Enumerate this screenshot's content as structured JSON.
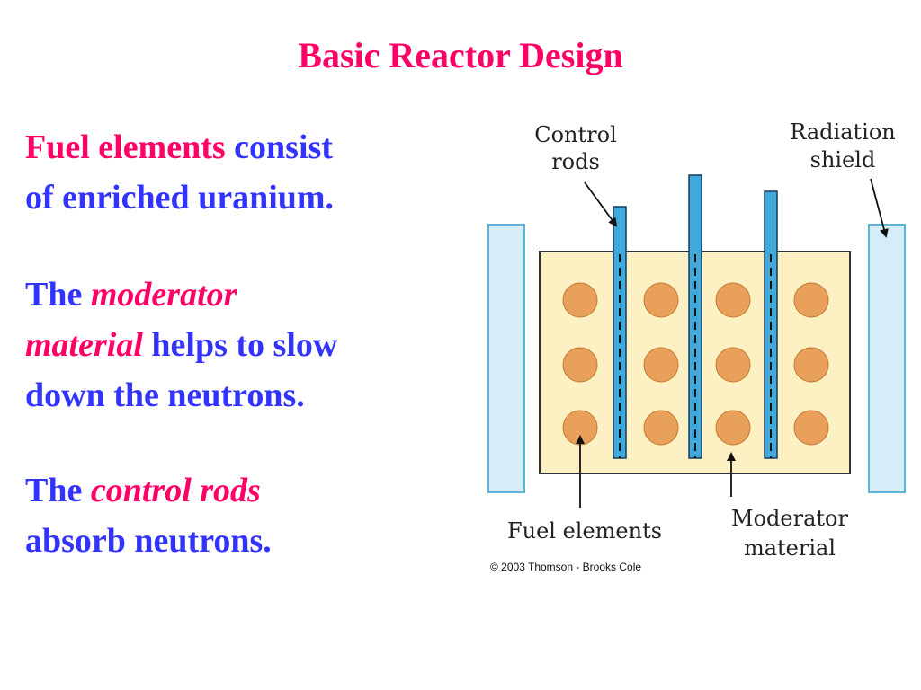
{
  "slide": {
    "title": "Basic Reactor Design",
    "para1": {
      "highlight": "Fuel elements",
      "rest_line1": " consist",
      "line2": "of enriched uranium."
    },
    "para2": {
      "lead": "The ",
      "term_line1": "moderator",
      "term_line2": "material",
      "rest_line2": " helps to slow",
      "line3": "down the neutrons."
    },
    "para3": {
      "lead": "The ",
      "term": "control rods",
      "line2": "absorb neutrons."
    }
  },
  "diagram": {
    "labels": {
      "control_rods_line1": "Control",
      "control_rods_line2": "rods",
      "radiation_shield_line1": "Radiation",
      "radiation_shield_line2": "shield",
      "fuel_elements": "Fuel elements",
      "moderator_line1": "Moderator",
      "moderator_line2": "material"
    },
    "credit": "© 2003 Thomson - Brooks Cole",
    "colors": {
      "moderator_fill": "#fdf0c2",
      "fuel_fill": "#e8a05a",
      "rod_fill": "#3fa9dc",
      "shield_fill": "#d4edf8",
      "shield_stroke": "#5ab4dc"
    }
  }
}
